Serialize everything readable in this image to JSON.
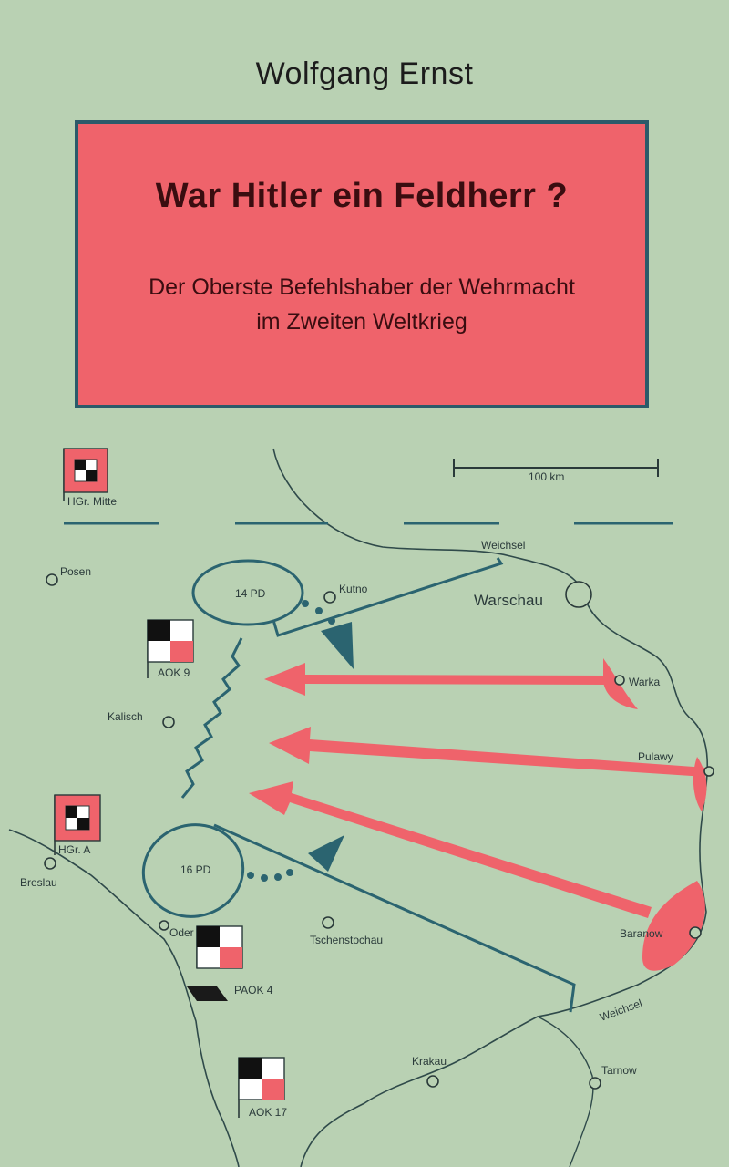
{
  "cover": {
    "author": "Wolfgang Ernst",
    "title": "War Hitler ein Feldherr ?",
    "subtitle_line1": "Der Oberste Befehlshaber der Wehrmacht",
    "subtitle_line2": "im Zweiten Weltkrieg"
  },
  "map": {
    "scale_label": "100 km",
    "hq_labels": [
      "HGr. Mitte",
      "AOK 9",
      "HGr. A",
      "PAOK 4",
      "AOK 17"
    ],
    "unit_labels": [
      "14 PD",
      "16 PD"
    ],
    "river_labels": [
      "Weichsel",
      "Weichsel"
    ],
    "cities": [
      "Posen",
      "Kutno",
      "Warschau",
      "Kalisch",
      "Warka",
      "Pulawy",
      "Breslau",
      "Oder",
      "Tschenstochau",
      "Baranow",
      "Krakau",
      "Tarnow"
    ]
  },
  "colors": {
    "background": "#b9d1b3",
    "title_box": "#ef636b",
    "frame": "#2b5a6a",
    "soviet_red": "#ef636b",
    "german_teal": "#2b6470"
  }
}
